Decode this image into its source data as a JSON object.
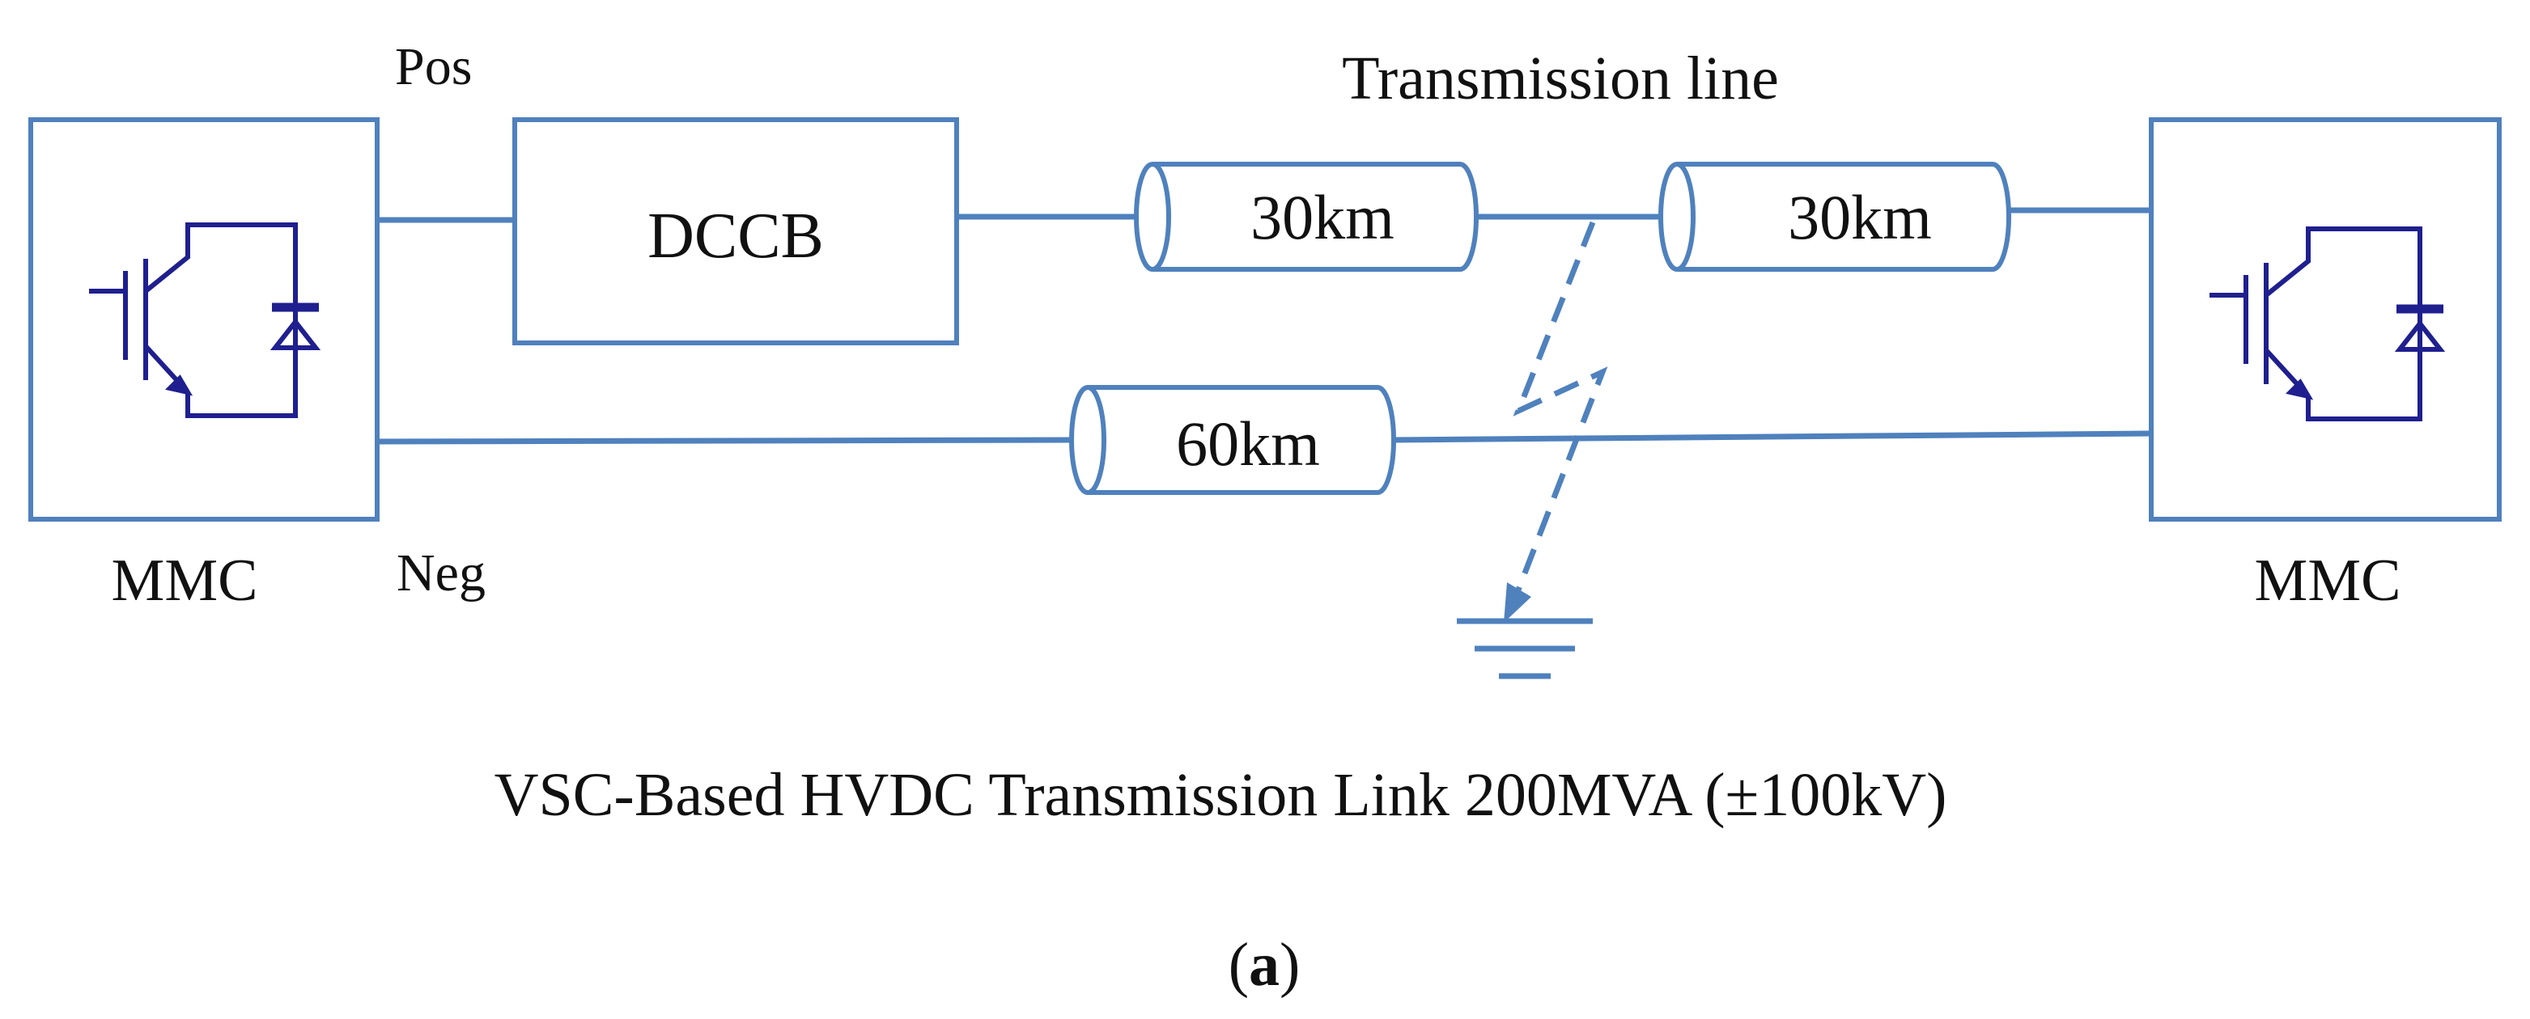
{
  "diagram": {
    "title": "Transmission line",
    "pos_label": "Pos",
    "neg_label": "Neg",
    "converter_left_label": "MMC",
    "converter_right_label": "MMC",
    "breaker_label": "DCCB",
    "cable_pos_1": "30km",
    "cable_pos_2": "30km",
    "cable_neg": "60km",
    "caption": "VSC-Based HVDC Transmission Link 200MVA (±100kV)",
    "subfigure_open": "(",
    "subfigure_letter": "a",
    "subfigure_close": ")"
  },
  "colors": {
    "line": "#4f81bd",
    "switch": "#1f1f8f",
    "text": "#111111"
  },
  "icons": [
    "igbt-diode-icon",
    "ground-icon",
    "fault-arrow-icon"
  ]
}
